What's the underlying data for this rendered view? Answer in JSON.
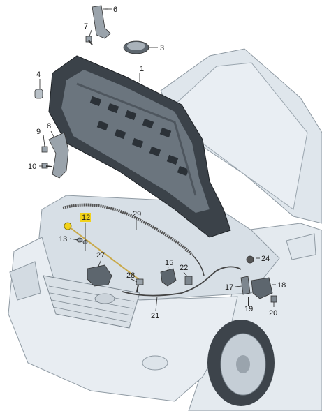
{
  "callouts": [
    {
      "id": "1",
      "label": "1"
    },
    {
      "id": "3",
      "label": "3"
    },
    {
      "id": "4",
      "label": "4"
    },
    {
      "id": "6",
      "label": "6"
    },
    {
      "id": "7",
      "label": "7"
    },
    {
      "id": "8",
      "label": "8"
    },
    {
      "id": "9",
      "label": "9"
    },
    {
      "id": "10",
      "label": "10"
    },
    {
      "id": "12",
      "label": "12",
      "highlighted": true
    },
    {
      "id": "13",
      "label": "13"
    },
    {
      "id": "15",
      "label": "15"
    },
    {
      "id": "17",
      "label": "17"
    },
    {
      "id": "18",
      "label": "18"
    },
    {
      "id": "19",
      "label": "19"
    },
    {
      "id": "20",
      "label": "20"
    },
    {
      "id": "21",
      "label": "21"
    },
    {
      "id": "22",
      "label": "22"
    },
    {
      "id": "24",
      "label": "24"
    },
    {
      "id": "27",
      "label": "27"
    },
    {
      "id": "28",
      "label": "28"
    },
    {
      "id": "29",
      "label": "29"
    }
  ],
  "colors": {
    "car_body": "#e6ecf1",
    "car_shade": "#cfd8df",
    "hood_dark": "#3b4249",
    "hood_mid": "#6b757e",
    "highlight": "#f2d21a",
    "parts": "#9aa3ab"
  }
}
